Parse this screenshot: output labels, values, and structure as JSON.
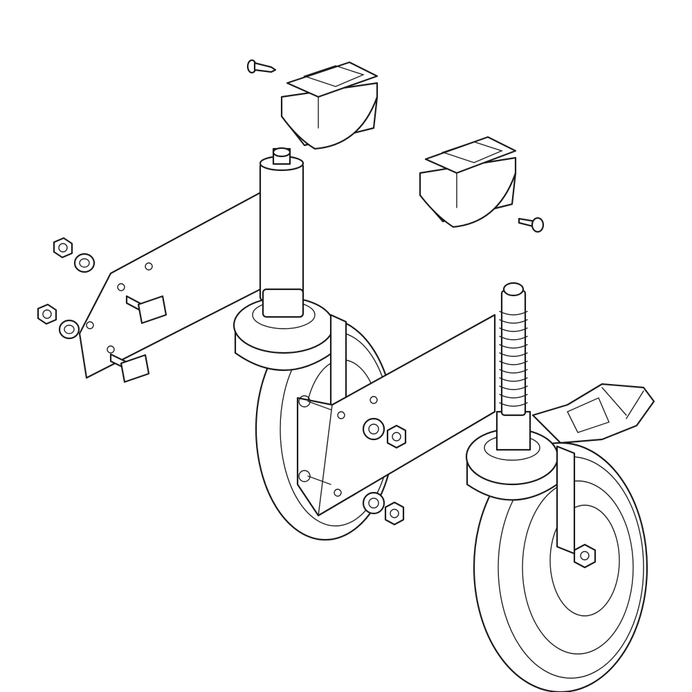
{
  "diagram": {
    "type": "exploded-assembly-line-drawing",
    "colors": {
      "line": "#1a1a1a",
      "background": "#ffffff"
    },
    "parts": [
      "screw",
      "rubber-pad",
      "rubber-pad",
      "screw",
      "mounting-plate",
      "mounting-plate",
      "swivel-caster",
      "swivel-caster-with-brake",
      "spring-stem",
      "lock-nut",
      "washer",
      "t-bolt"
    ]
  }
}
